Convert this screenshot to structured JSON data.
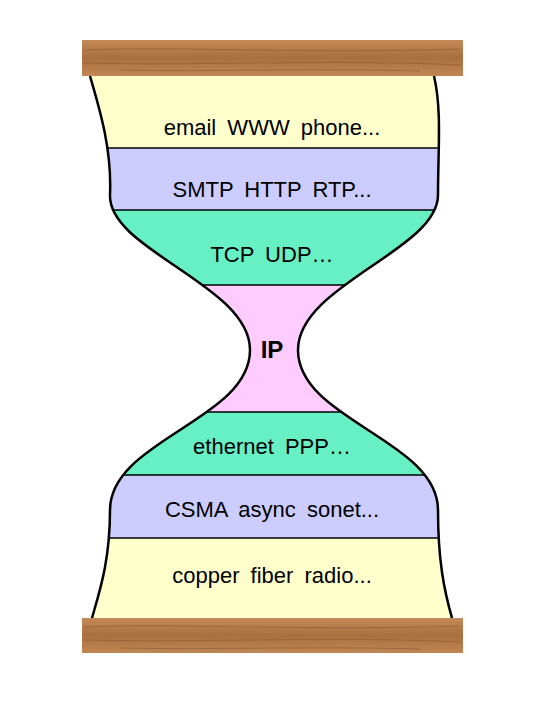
{
  "diagram": {
    "nodes": [
      {
        "text": [
          "email WWW phone..."
        ]
      },
      {
        "text": [
          "SMTP HTTP RTP..."
        ]
      },
      {
        "text": [
          "TCP UDP…"
        ]
      },
      {
        "text": [
          "IP"
        ]
      },
      {
        "text": [
          "ethernet PPP…"
        ]
      },
      {
        "text": [
          "CSMA async sonet..."
        ]
      },
      {
        "text": [
          "copper fiber radio..."
        ]
      }
    ]
  }
}
